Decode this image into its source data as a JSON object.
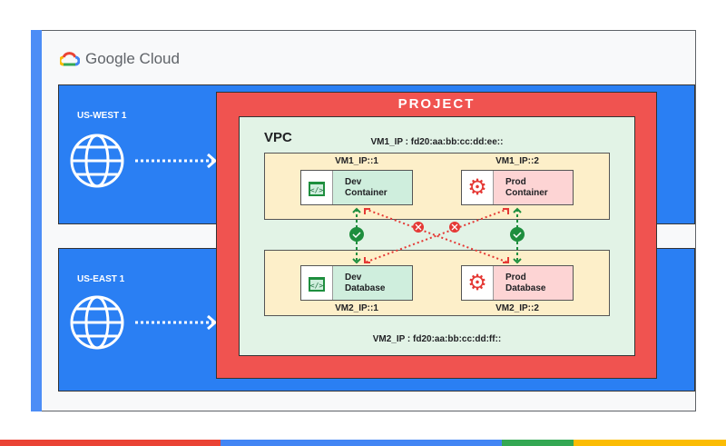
{
  "brand": "Google Cloud",
  "regions": [
    {
      "label": "US-WEST 1"
    },
    {
      "label": "US-EAST 1"
    }
  ],
  "project": {
    "title": "PROJECT"
  },
  "vpc": {
    "title": "VPC",
    "vm1_ip": "VM1_IP : fd20:aa:bb:cc:dd:ee::",
    "vm2_ip": "VM2_IP : fd20:aa:bb:cc:dd:ff::"
  },
  "vm1": {
    "ip_dev": "VM1_IP::1",
    "ip_prod": "VM1_IP::2",
    "dev": [
      "Dev",
      "Container"
    ],
    "prod": [
      "Prod",
      "Container"
    ]
  },
  "vm2": {
    "ip_dev": "VM2_IP::1",
    "ip_prod": "VM2_IP::2",
    "dev": [
      "Dev",
      "Database"
    ],
    "prod": [
      "Prod",
      "Database"
    ]
  },
  "colors": {
    "blue": "#2a7ff3",
    "red": "#f05350",
    "green": "#1e8e3e",
    "bar": [
      "#ea4335",
      "#4285f4",
      "#34a853",
      "#fbbc04"
    ]
  }
}
